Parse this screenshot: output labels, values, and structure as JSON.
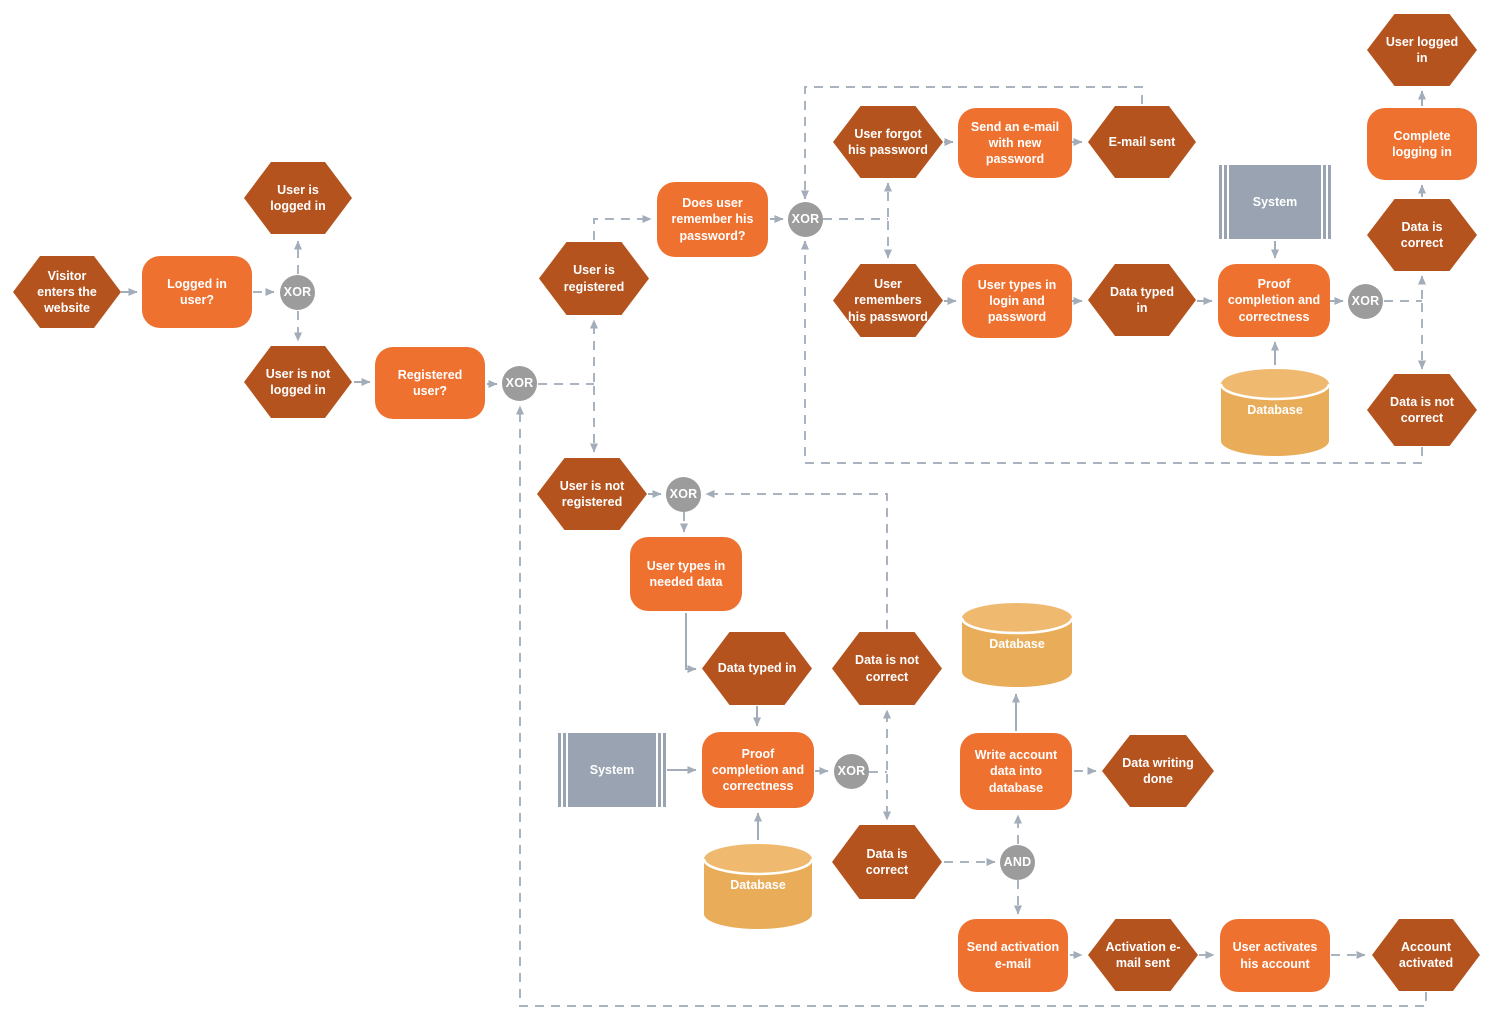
{
  "diagram": {
    "colors": {
      "event": "#b4531e",
      "function": "#ee7130",
      "gateway": "#9c9c9c",
      "system": "#99a3b1",
      "database_body": "#e9ac58",
      "database_top": "#efba70",
      "line_solid": "#a3adba",
      "line_dashed": "#aab4c1",
      "text": "#ffffff",
      "background": "#ffffff"
    },
    "gateways": {
      "xor": "XOR",
      "and": "AND"
    },
    "events": {
      "visitor_enters": "Visitor enters the website",
      "user_is_logged_in": "User is logged in",
      "user_is_not_logged_in": "User is not logged in",
      "user_is_registered": "User is registered",
      "user_forgot_password": "User forgot his password",
      "email_sent": "E-mail sent",
      "user_remembers_password": "User remembers his password",
      "data_typed_in_login": "Data typed in",
      "data_is_correct_login": "Data is correct",
      "user_logged_in": "User logged in",
      "data_is_not_correct_login": "Data is not correct",
      "user_is_not_registered": "User is not registered",
      "data_typed_in_registration": "Data typed in",
      "data_is_not_correct_registration": "Data is not correct",
      "data_is_correct_registration": "Data is correct",
      "data_writing_done": "Data writing done",
      "activation_email_sent": "Activation e-mail sent",
      "account_activated": "Account activated"
    },
    "functions": {
      "logged_in_user": "Logged in user?",
      "registered_user": "Registered user?",
      "does_user_remember_password": "Does user remember his password?",
      "send_email_with_new_password": "Send an e-mail with new password",
      "user_types_login_password": "User types in login and password",
      "proof_completion_login": "Proof completion and correctness",
      "complete_logging_in": "Complete logging in",
      "user_types_needed_data": "User types in needed data",
      "proof_completion_registration": "Proof completion and correctness",
      "write_account_data": "Write account data into database",
      "send_activation_email": "Send activation e-mail",
      "user_activates_account": "User activates his account"
    },
    "resources": {
      "system": "System",
      "database": "Database"
    }
  }
}
